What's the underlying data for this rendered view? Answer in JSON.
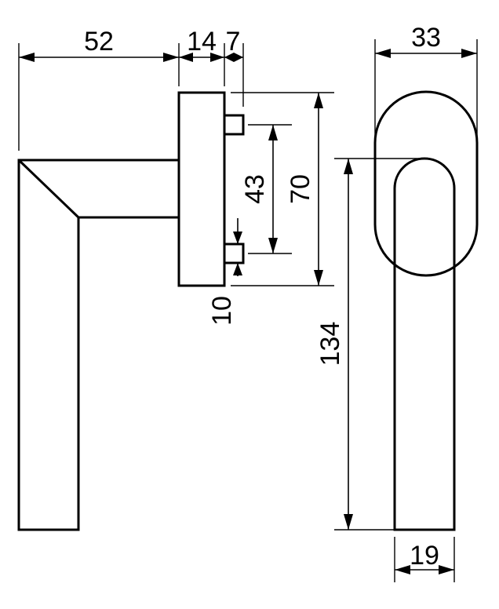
{
  "dimensions": {
    "lever_length": "52",
    "rose_depth": "14",
    "spindle_offset": "7",
    "screw_spacing": "43",
    "rose_height": "70",
    "screw_offset": "10",
    "overall_height": "134",
    "rose_width": "33",
    "lever_width": "19"
  },
  "colors": {
    "line": "#000000",
    "background": "#ffffff"
  }
}
